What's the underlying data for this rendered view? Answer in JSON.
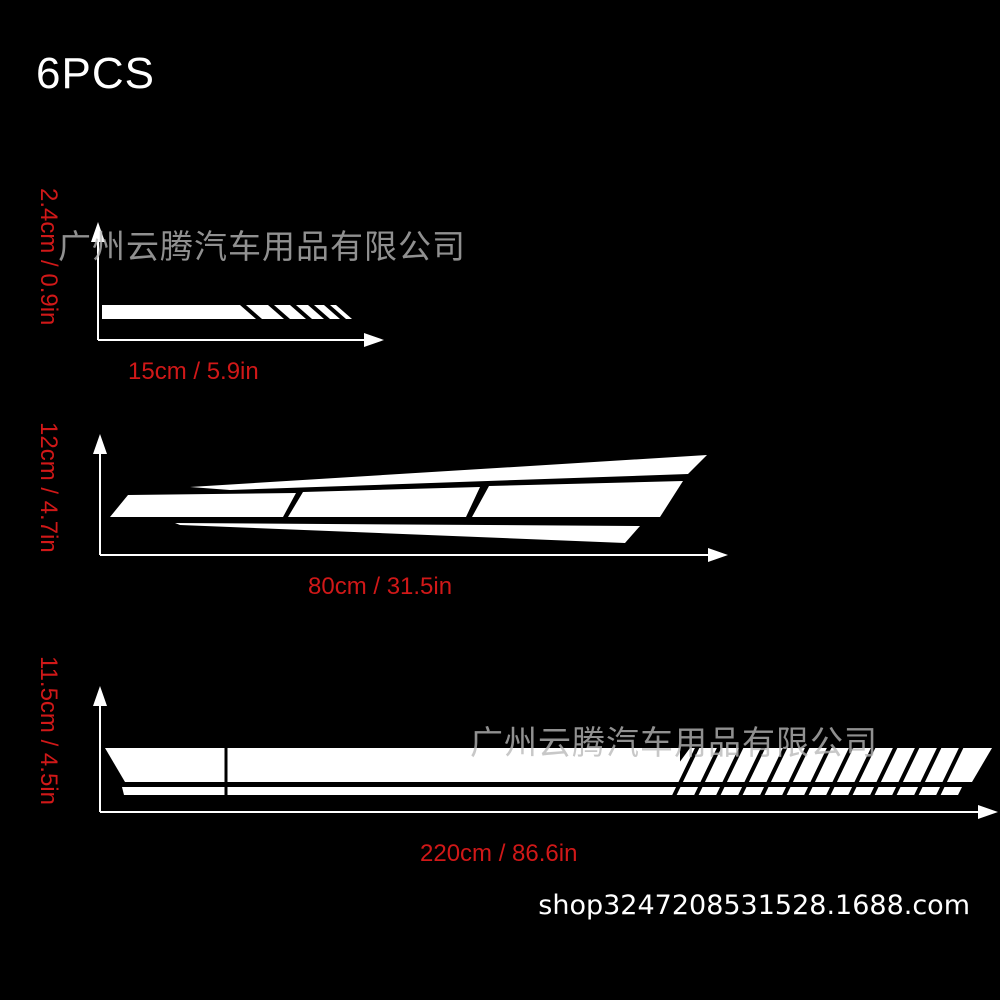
{
  "title": "6PCS",
  "watermark": "广州云腾汽车用品有限公司",
  "shop_url": "shop3247208531528.1688.com",
  "stickers": [
    {
      "width_label": "15cm / 5.9in",
      "height_label": "2.4cm / 0.9in"
    },
    {
      "width_label": "80cm / 31.5in",
      "height_label": "12cm / 4.7in"
    },
    {
      "width_label": "220cm / 86.6in",
      "height_label": "11.5cm / 4.5in"
    }
  ],
  "colors": {
    "background": "#000000",
    "sticker": "#ffffff",
    "dimension_text": "#d01818",
    "watermark": "#b9b9b9"
  }
}
